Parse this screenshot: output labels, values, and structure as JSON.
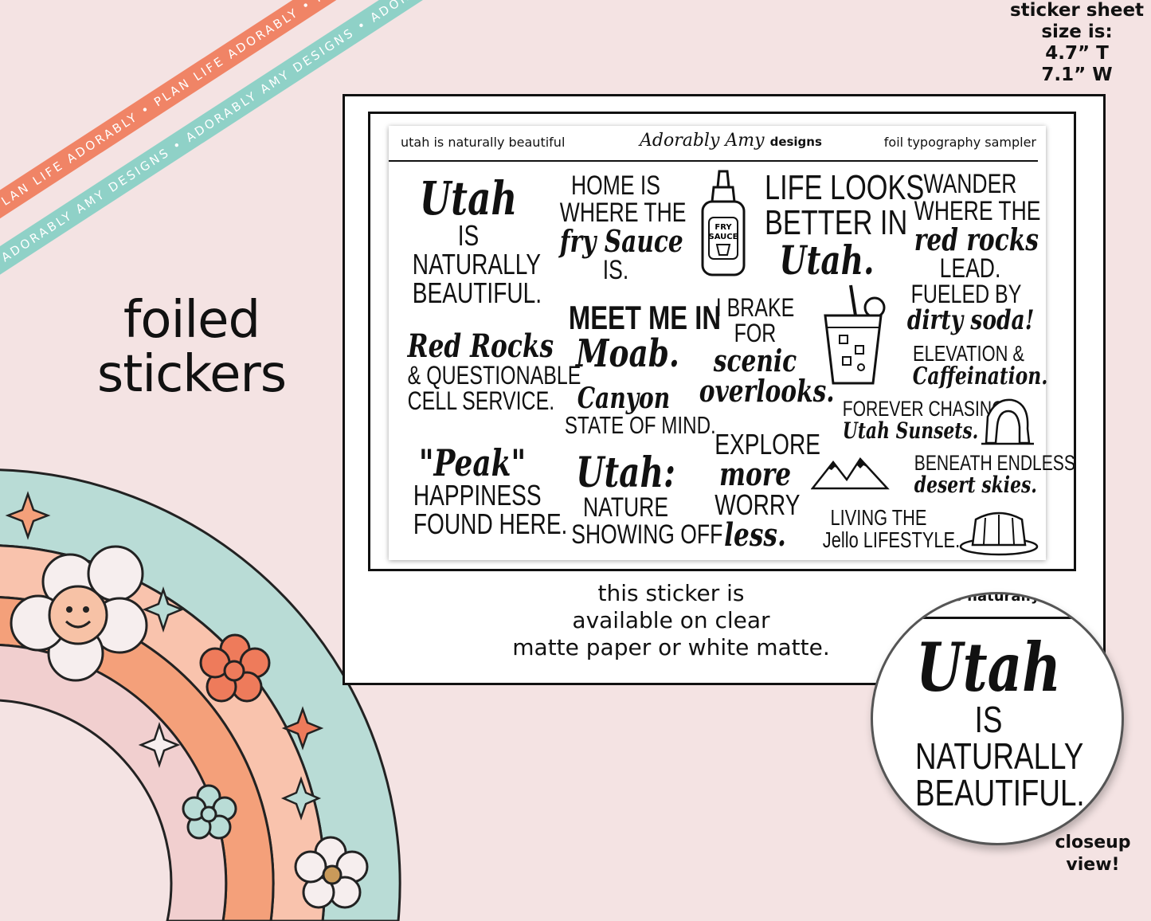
{
  "ribbons": {
    "orange_text": "PLAN LIFE ADORABLY • PLAN LIFE ADORABLY • PLAN LIFE ADORABLY",
    "teal_text": "ADORABLY AMY DESIGNS • ADORABLY AMY DESIGNS • ADORABLY AMY DESIGNS"
  },
  "headline": {
    "line1": "foiled",
    "line2": "stickers"
  },
  "size_note": {
    "line1": "sticker sheet",
    "line2": "size is:",
    "line3": "4.7” T",
    "line4": "7.1” W"
  },
  "sheet": {
    "header_left": "utah is naturally beautiful",
    "brand_script": "Adorably Amy",
    "brand_small": "designs",
    "header_right": "foil typography sampler",
    "stickers": {
      "utah_beautiful": [
        "Utah",
        "IS",
        "NATURALLY",
        "BEAUTIFUL."
      ],
      "home_fry": [
        "HOME IS",
        "WHERE THE",
        "fry Sauce",
        "IS."
      ],
      "fry_bottle_label": [
        "FRY",
        "SAUCE"
      ],
      "life_looks": [
        "LIFE LOOKS",
        "BETTER IN",
        "Utah."
      ],
      "wander": [
        "WANDER",
        "WHERE THE",
        "red rocks",
        "LEAD."
      ],
      "red_rocks": [
        "Red Rocks",
        "& QUESTIONABLE",
        "CELL SERVICE."
      ],
      "meet_moab": [
        "MEET ME IN",
        "Moab."
      ],
      "brake": [
        "I BRAKE",
        "FOR",
        "scenic",
        "overlooks."
      ],
      "fueled": [
        "FUELED BY",
        "dirty soda!"
      ],
      "elevation": [
        "ELEVATION &",
        "Caffeination."
      ],
      "canyon": [
        "Canyon",
        "STATE OF MIND."
      ],
      "chasing": [
        "FOREVER CHASING",
        "Utah Sunsets."
      ],
      "peak": [
        "\"Peak\"",
        "HAPPINESS",
        "FOUND HERE."
      ],
      "nature": [
        "Utah:",
        "NATURE",
        "SHOWING OFF"
      ],
      "explore": [
        "EXPLORE",
        "more",
        "WORRY",
        "less."
      ],
      "skies": [
        "BENEATH ENDLESS",
        "desert skies."
      ],
      "jello": [
        "LIVING THE",
        "Jello LIFESTYLE."
      ]
    }
  },
  "availability": {
    "line1": "this sticker is",
    "line2": "available on clear",
    "line3": "matte paper or white matte."
  },
  "closeup": {
    "top_fragment": "is naturally",
    "lines": [
      "Utah",
      "IS",
      "NATURALLY",
      "BEAUTIFUL."
    ],
    "label_line1": "closeup",
    "label_line2": "view!"
  },
  "colors": {
    "background": "#f4e3e3",
    "ribbon_orange": "#f08466",
    "ribbon_teal": "#8fd1c7",
    "rainbow_teal": "#b9dcd6",
    "rainbow_peach": "#f9c3ad",
    "rainbow_orange": "#f4a07a",
    "rainbow_pink": "#f1cfcf"
  }
}
